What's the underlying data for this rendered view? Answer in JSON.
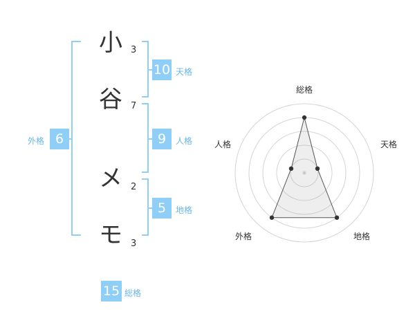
{
  "name_chars": [
    {
      "char": "小",
      "strokes": "3"
    },
    {
      "char": "谷",
      "strokes": "7"
    },
    {
      "char": "メ",
      "strokes": "2"
    },
    {
      "char": "モ",
      "strokes": "3"
    }
  ],
  "kaku": {
    "ten": {
      "value": "10",
      "label": "天格"
    },
    "jin": {
      "value": "9",
      "label": "人格"
    },
    "chi": {
      "value": "5",
      "label": "地格"
    },
    "gai": {
      "value": "6",
      "label": "外格"
    },
    "sou": {
      "value": "15",
      "label": "総格"
    }
  },
  "colors": {
    "accent": "#8fcef6",
    "accent_text": "#69b6e8",
    "bracket": "#8fcef6"
  },
  "radar": {
    "axes": [
      "総格",
      "天格",
      "地格",
      "外格",
      "人格"
    ],
    "values": [
      4,
      1,
      4,
      4,
      1
    ],
    "max": 5
  }
}
